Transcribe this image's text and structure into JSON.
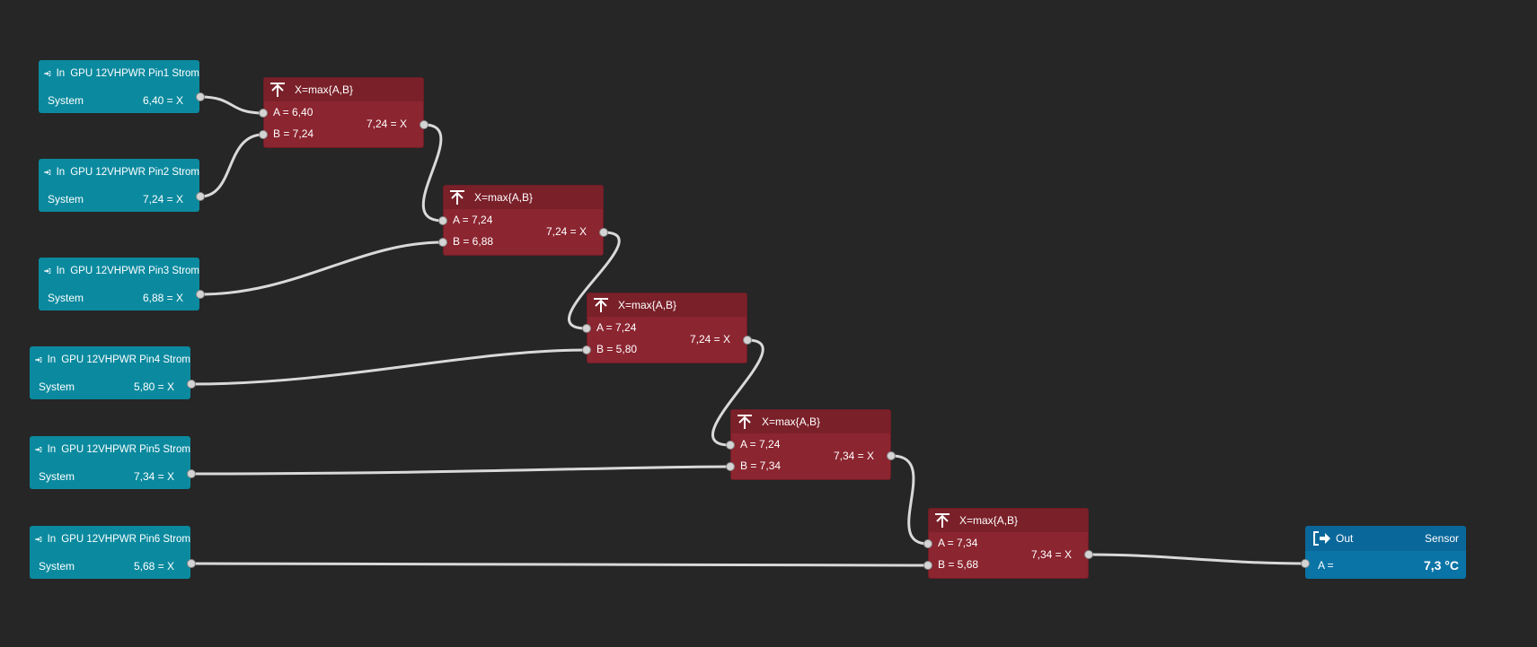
{
  "colors": {
    "background": "#262626",
    "input_node": "#0b8a9f",
    "max_node": "#8b2530",
    "output_node": "#0a74a6",
    "wire": "#d9d9d9"
  },
  "inputs": [
    {
      "kw": "In",
      "name": "GPU 12VHPWR Pin1 Strom",
      "source": "System",
      "value": "6,40 = X"
    },
    {
      "kw": "In",
      "name": "GPU 12VHPWR Pin2 Strom",
      "source": "System",
      "value": "7,24 = X"
    },
    {
      "kw": "In",
      "name": "GPU 12VHPWR Pin3 Strom",
      "source": "System",
      "value": "6,88 = X"
    },
    {
      "kw": "In",
      "name": "GPU 12VHPWR Pin4 Strom",
      "source": "System",
      "value": "5,80 = X"
    },
    {
      "kw": "In",
      "name": "GPU 12VHPWR Pin5 Strom",
      "source": "System",
      "value": "7,34 = X"
    },
    {
      "kw": "In",
      "name": "GPU 12VHPWR Pin6 Strom",
      "source": "System",
      "value": "5,68 = X"
    }
  ],
  "max_nodes": [
    {
      "title": "X=max{A,B}",
      "a": "A = 6,40",
      "b": "B = 7,24",
      "x": "7,24 = X"
    },
    {
      "title": "X=max{A,B}",
      "a": "A = 7,24",
      "b": "B = 6,88",
      "x": "7,24 = X"
    },
    {
      "title": "X=max{A,B}",
      "a": "A = 7,24",
      "b": "B = 5,80",
      "x": "7,24 = X"
    },
    {
      "title": "X=max{A,B}",
      "a": "A = 7,24",
      "b": "B = 7,34",
      "x": "7,34 = X"
    },
    {
      "title": "X=max{A,B}",
      "a": "A = 7,34",
      "b": "B = 5,68",
      "x": "7,34 = X"
    }
  ],
  "output": {
    "kw": "Out",
    "type": "Sensor",
    "a": "A =",
    "value": "7,3 °C"
  }
}
